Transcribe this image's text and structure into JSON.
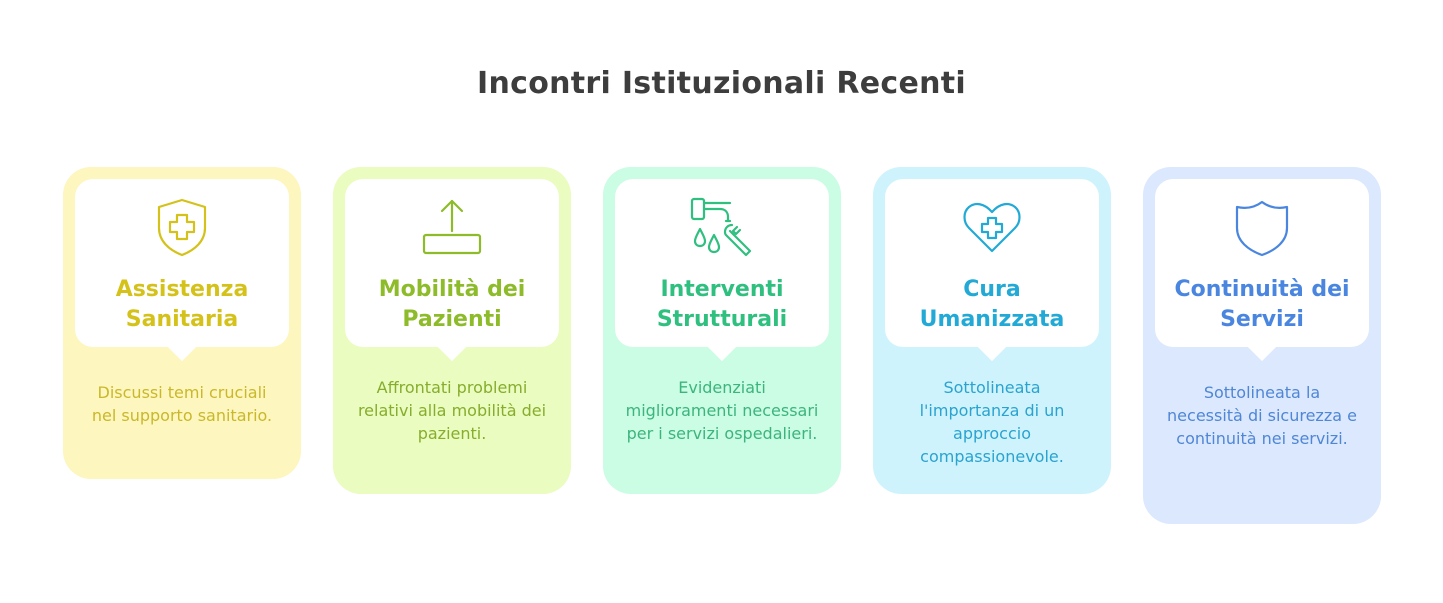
{
  "title": "Incontri Istituzionali Recenti",
  "cards": [
    {
      "title": "Assistenza Sanitaria",
      "description": "Discussi temi cruciali nel supporto sanitario.",
      "icon": "shield-plus-icon",
      "accent": "#d4c21a",
      "background": "#fdf6bf"
    },
    {
      "title": "Mobilità dei Pazienti",
      "description": "Affrontati problemi relativi alla mobilità dei pazienti.",
      "icon": "upload-icon",
      "accent": "#8dbb2a",
      "background": "#eafcbf"
    },
    {
      "title": "Interventi Strutturali",
      "description": "Evidenziati miglioramenti necessari per i servizi ospedalieri.",
      "icon": "plumbing-repair-icon",
      "accent": "#2fbf7f",
      "background": "#cbfce4"
    },
    {
      "title": "Cura Umanizzata",
      "description": "Sottolineata l'importanza di un approccio compassionevole.",
      "icon": "heart-plus-icon",
      "accent": "#22a9d6",
      "background": "#cff3fd"
    },
    {
      "title": "Continuità dei Servizi",
      "description": "Sottolineata la necessità di sicurezza e continuità nei servizi.",
      "icon": "shield-icon",
      "accent": "#4a86e0",
      "background": "#dbe8fd"
    }
  ]
}
